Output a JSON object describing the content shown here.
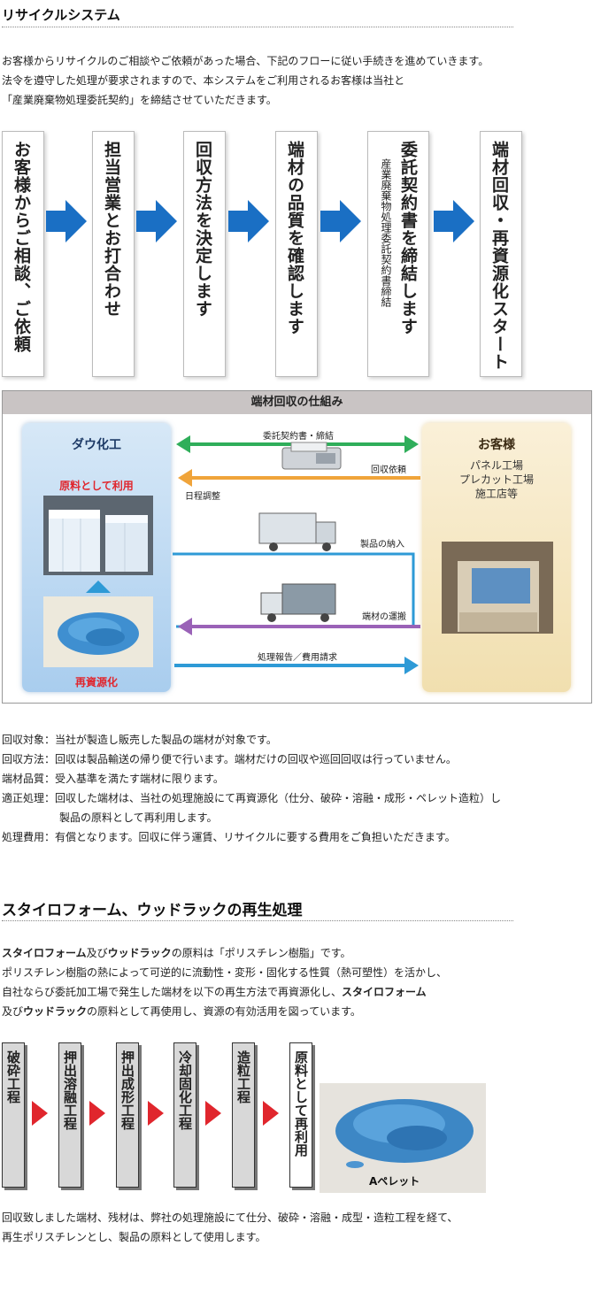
{
  "section1": {
    "title": "リサイクルシステム",
    "intro": [
      "お客様からリサイクルのご相談やご依頼があった場合、下記のフローに従い手続きを進めていきます。",
      "法令を遵守した処理が要求されますので、本システムをご利用されるお客様は当社と",
      "「産業廃棄物処理委託契約」を締結させていただきます。"
    ],
    "flow": [
      {
        "label": "お客様からご相談、ご依頼"
      },
      {
        "label": "担当営業とお打合わせ"
      },
      {
        "label": "回収方法を決定します"
      },
      {
        "label": "端材の品質を確認します"
      },
      {
        "label": "委託契約書を締結します",
        "sub": "産業廃棄物処理委託契約書締結"
      },
      {
        "label": "端材回収・再資源化スタート"
      }
    ],
    "arrow_color": "#1a6fc4"
  },
  "diagram": {
    "title": "端材回収の仕組み",
    "left_panel": {
      "title": "ダウ化工",
      "red_label": "原料として利用",
      "bottom_label": "再資源化"
    },
    "right_panel": {
      "title": "お客様",
      "lines": [
        "パネル工場",
        "プレカット工場",
        "施工店等"
      ]
    },
    "arrows": {
      "contract": "委託契約書・締結",
      "request": "回収依頼",
      "schedule": "日程調整",
      "delivery": "製品の納入",
      "transport": "端材の運搬",
      "report": "処理報告／費用請求"
    },
    "colors": {
      "green": "#2fae5a",
      "orange": "#f0a43a",
      "blue": "#2e9ad6",
      "purple": "#9a62b7",
      "red": "#e0262d"
    }
  },
  "info": [
    {
      "key": "回収対象：",
      "text": "当社が製造し販売した製品の端材が対象です。"
    },
    {
      "key": "回収方法：",
      "text": "回収は製品輸送の帰り便で行います。端材だけの回収や巡回回収は行っていません。"
    },
    {
      "key": "端材品質：",
      "text": "受入基準を満たす端材に限ります。"
    },
    {
      "key": "適正処理：",
      "text": "回収した端材は、当社の処理施設にて再資源化（仕分、破砕・溶融・成形・ペレット造粒）し",
      "text2": "製品の原料として再利用します。"
    },
    {
      "key": "処理費用：",
      "text": "有償となります。回収に伴う運賃、リサイクルに要する費用をご負担いただきます。"
    }
  ],
  "section2": {
    "title": "スタイロフォーム、ウッドラックの再生処理",
    "p1_b1": "スタイロフォーム",
    "p1_t1": "及び",
    "p1_b2": "ウッドラック",
    "p1_t2": "の原料は「ポリスチレン樹脂」です。",
    "p2": "ポリスチレン樹脂の熱によって可逆的に流動性・変形・固化する性質（熱可塑性）を活かし、",
    "p3_t": "自社ならび委託加工場で発生した端材を以下の再生方法で再資源化し、",
    "p3_b": "スタイロフォーム",
    "p4_t1": "及び",
    "p4_b": "ウッドラック",
    "p4_t2": "の原料として再使用し、資源の有効活用を図っています。",
    "steps": [
      "破砕工程",
      "押出溶融工程",
      "押出成形工程",
      "冷却固化工程",
      "造粒工程",
      "原料として再利用"
    ],
    "pellet_label": "Aペレット",
    "outro": [
      "回収致しました端材、残材は、弊社の処理施設にて仕分、破砕・溶融・成型・造粒工程を経て、",
      "再生ポリスチレンとし、製品の原料として使用します。"
    ]
  }
}
